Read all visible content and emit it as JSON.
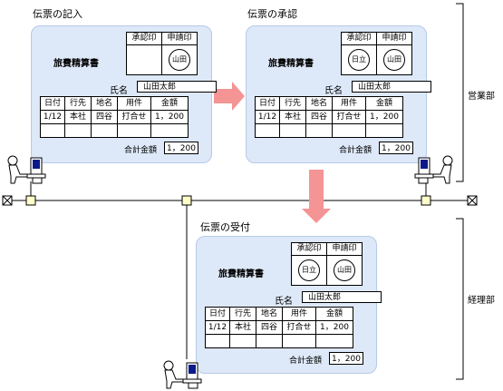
{
  "sections": {
    "entry": "伝票の記入",
    "approval": "伝票の承認",
    "receipt": "伝票の受付"
  },
  "departments": {
    "sales": "営業部",
    "accounting": "経理部"
  },
  "form": {
    "title": "旅費精算書",
    "stamp_headers": [
      "承認印",
      "申請印"
    ],
    "name_label": "氏名",
    "name_value": "山田太郎",
    "columns": [
      "日付",
      "行先",
      "地名",
      "用件",
      "金額"
    ],
    "row": [
      "1/12",
      "本社",
      "四谷",
      "打合せ",
      "1，200"
    ],
    "total_label": "合計金額",
    "total_value": "1，200"
  },
  "seals": {
    "applicant": "山田",
    "approver": "日立"
  },
  "colors": {
    "card_fill": "#dde8f8",
    "arrow": "#f49494",
    "node_fill": "#ffffcc"
  }
}
